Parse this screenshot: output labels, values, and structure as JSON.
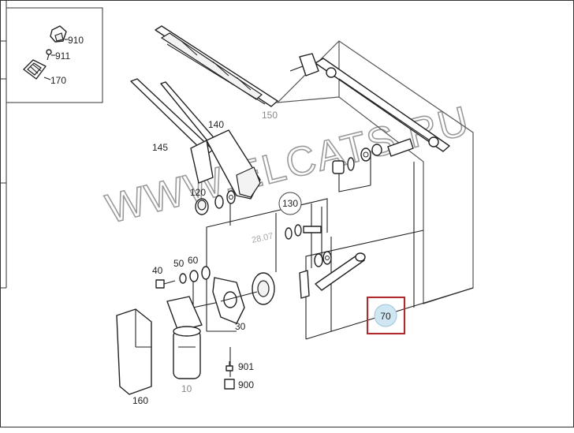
{
  "watermark": "WWW.ELCATS.RU",
  "stamp": "28.07",
  "callouts": {
    "p910": "910",
    "p911": "911",
    "p170": "170",
    "p150": "150",
    "p140": "140",
    "p145": "145",
    "p120": "120",
    "p130": "130",
    "p40": "40",
    "p50": "50",
    "p60": "60",
    "p30": "30",
    "p70": "70",
    "p160": "160",
    "p10": "10",
    "p901": "901",
    "p900": "900"
  },
  "highlight": {
    "part": "70",
    "box_color": "#cc1f1f",
    "circle_fill": "#cfe6f3"
  }
}
